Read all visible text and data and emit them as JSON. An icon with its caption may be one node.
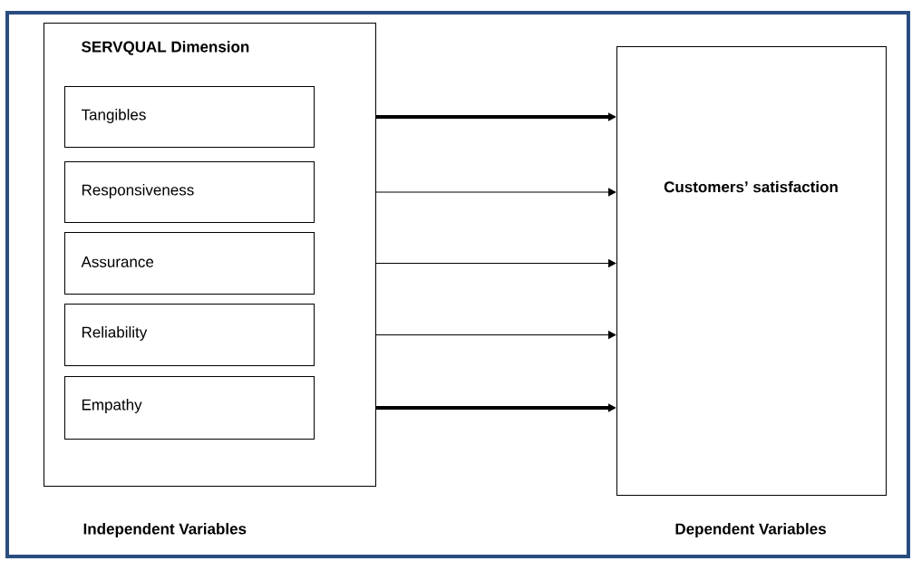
{
  "diagram": {
    "nodes": [
      {
        "text": [
          "SERVQUAL Dimension"
        ]
      },
      {
        "text": [
          "Tangibles"
        ],
        "in": 0
      },
      {
        "text": [
          "Responsiveness"
        ],
        "in": 0
      },
      {
        "text": [
          "Assurance"
        ],
        "in": 0
      },
      {
        "text": [
          "Reliability"
        ],
        "in": 0
      },
      {
        "text": [
          "Empathy"
        ],
        "in": 0
      },
      {
        "text": [
          "Customers’ satisfaction"
        ]
      }
    ],
    "edges": [
      {
        "from": 1,
        "to": 6,
        "arrow": "to",
        "style": "thick"
      },
      {
        "from": 2,
        "to": 6,
        "arrow": "to"
      },
      {
        "from": 3,
        "to": 6,
        "arrow": "to"
      },
      {
        "from": 4,
        "to": 6,
        "arrow": "to"
      },
      {
        "from": 5,
        "to": 6,
        "arrow": "to",
        "style": "thick"
      }
    ],
    "labels": [
      "Independent Variables",
      "Dependent Variables"
    ]
  }
}
